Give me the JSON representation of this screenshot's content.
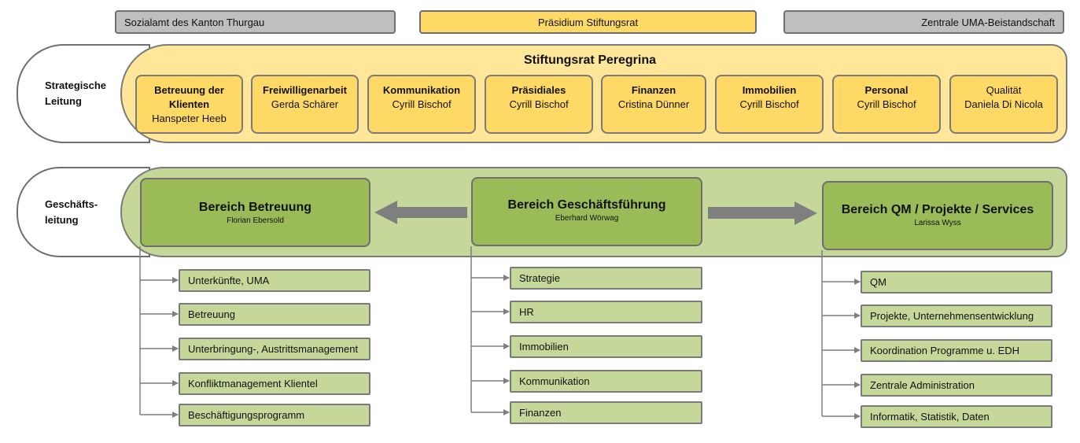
{
  "top": {
    "left": "Sozialamt des Kanton Thurgau",
    "center": "Präsidium Stiftungsrat",
    "right": "Zentrale UMA-Beistandschaft"
  },
  "strategic": {
    "side_line1": "Strategische",
    "side_line2": "Leitung",
    "title": "Stiftungsrat Peregrina",
    "departments": [
      {
        "title": "Betreuung der Klienten",
        "name": "Hanspeter Heeb"
      },
      {
        "title": "Freiwilligenarbeit",
        "name": "Gerda Schärer"
      },
      {
        "title": "Kommunikation",
        "name": "Cyrill Bischof"
      },
      {
        "title": "Präsidiales",
        "name": "Cyrill Bischof"
      },
      {
        "title": "Finanzen",
        "name": "Cristina Dünner"
      },
      {
        "title": "Immobilien",
        "name": "Cyrill Bischof"
      },
      {
        "title": "Personal",
        "name": "Cyrill Bischof"
      },
      {
        "title": "Qualität",
        "name": "Daniela Di Nicola"
      }
    ]
  },
  "management": {
    "side_line1": "Geschäfts-",
    "side_line2": "leitung",
    "areas": [
      {
        "title": "Bereich Betreuung",
        "name": "Florian Ebersold",
        "items": [
          "Unterkünfte, UMA",
          "Betreuung",
          "Unterbringung-, Austrittsmanagement",
          "Konfliktmanagement Klientel",
          "Beschäftigungsprogramm"
        ]
      },
      {
        "title": "Bereich Geschäftsführung",
        "name": "Eberhard Wörwag",
        "items": [
          "Strategie",
          "HR",
          "Immobilien",
          "Kommunikation",
          "Finanzen"
        ]
      },
      {
        "title": "Bereich QM / Projekte / Services",
        "name": "Larissa Wyss",
        "items": [
          "QM",
          "Projekte, Unternehmensentwicklung",
          "Koordination Programme u. EDH",
          "Zentrale Administration",
          "Informatik, Statistik, Daten"
        ]
      }
    ]
  },
  "colors": {
    "grey_box": "#bfbfbf",
    "yellow": "#ffd966",
    "light_yellow": "#ffe699",
    "green": "#9bbb59",
    "light_green": "#c5d89a",
    "arrow": "#7f7f7f"
  }
}
